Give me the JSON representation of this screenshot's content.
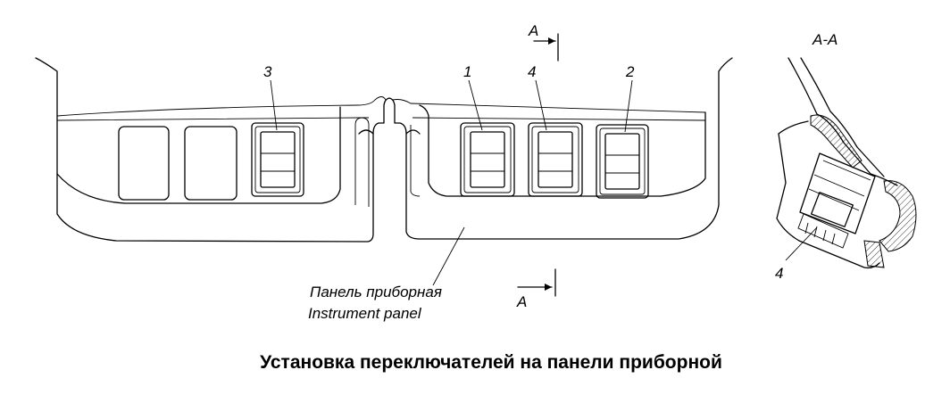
{
  "title": "Установка переключателей на панели приборной",
  "section_label": "A-A",
  "section_marker": "A",
  "panel_label_ru": "Панель приборная",
  "panel_label_en": "Instrument panel",
  "callouts": [
    "1",
    "2",
    "3",
    "4"
  ]
}
